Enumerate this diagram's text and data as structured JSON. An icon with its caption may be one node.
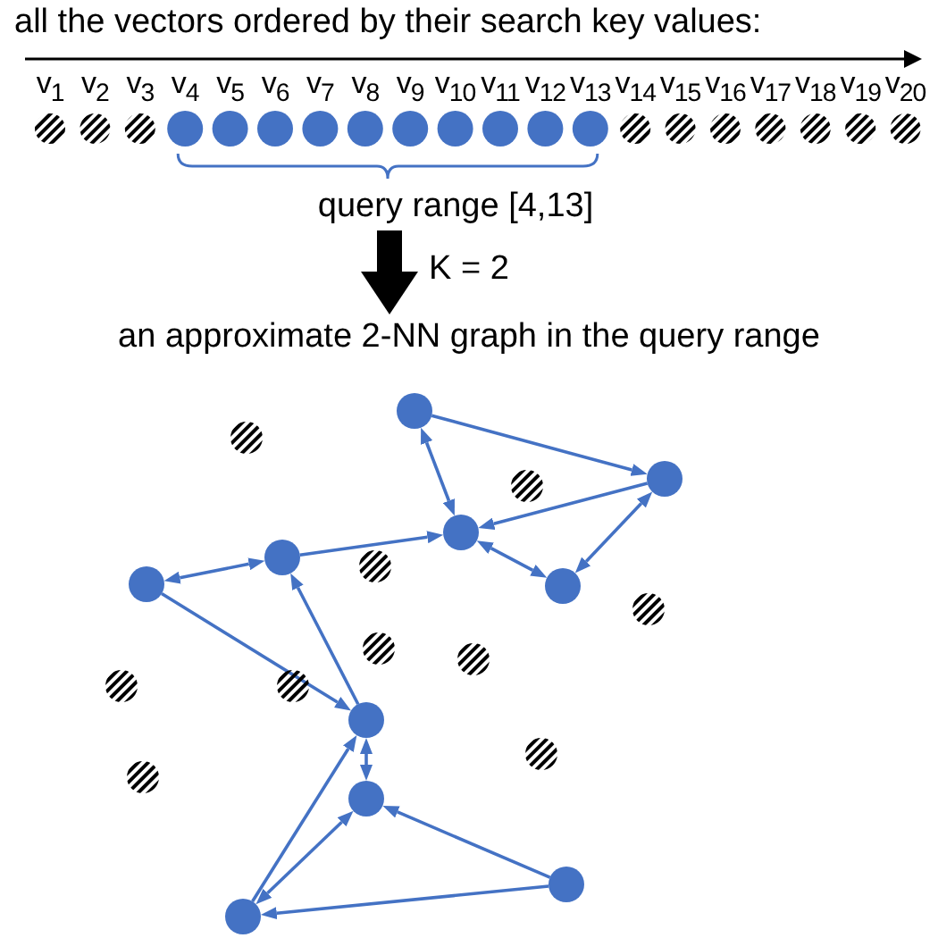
{
  "diagram": {
    "nodes": [
      {
        "text": [
          "query range [4,13]"
        ]
      },
      {
        "text": [
          "an approximate 2-NN graph in the query range"
        ]
      },
      {
        "text": [],
        "shape": "circle"
      },
      {
        "text": [],
        "shape": "circle"
      },
      {
        "text": [],
        "shape": "circle"
      },
      {
        "text": [],
        "shape": "circle"
      },
      {
        "text": [],
        "shape": "circle"
      },
      {
        "text": [],
        "shape": "circle"
      },
      {
        "text": [],
        "shape": "circle"
      },
      {
        "text": [],
        "shape": "circle"
      },
      {
        "text": [],
        "shape": "circle"
      },
      {
        "text": [],
        "shape": "circle"
      },
      {
        "text": [],
        "shape": "circle"
      },
      {
        "text": [],
        "shape": "circle"
      },
      {
        "text": [],
        "shape": "circle"
      },
      {
        "text": [],
        "shape": "circle"
      },
      {
        "text": [],
        "shape": "circle"
      },
      {
        "text": [],
        "shape": "circle"
      },
      {
        "text": [],
        "shape": "circle"
      },
      {
        "text": [],
        "shape": "circle"
      },
      {
        "text": [],
        "shape": "circle"
      },
      {
        "text": [],
        "shape": "circle"
      }
    ],
    "edges": [
      {
        "from": 0,
        "to": 1,
        "arrow": "to",
        "label": "K = 2",
        "style": "thick",
        "color": "#000000"
      },
      {
        "from": 2,
        "to": 3,
        "arrow": "to"
      },
      {
        "from": 2,
        "to": 4,
        "arrow": "both"
      },
      {
        "from": 3,
        "to": 4,
        "arrow": "to"
      },
      {
        "from": 3,
        "to": 5,
        "arrow": "both"
      },
      {
        "from": 4,
        "to": 5,
        "arrow": "both"
      },
      {
        "from": 6,
        "to": 4,
        "arrow": "to"
      },
      {
        "from": 7,
        "to": 6,
        "arrow": "both"
      },
      {
        "from": 7,
        "to": 8,
        "arrow": "to"
      },
      {
        "from": 8,
        "to": 6,
        "arrow": "to"
      },
      {
        "from": 8,
        "to": 9,
        "arrow": "both"
      },
      {
        "from": 10,
        "to": 8,
        "arrow": "to"
      },
      {
        "from": 10,
        "to": 9,
        "arrow": "both"
      },
      {
        "from": 11,
        "to": 9,
        "arrow": "to"
      },
      {
        "from": 11,
        "to": 10,
        "arrow": "to"
      }
    ],
    "labels": [
      "all the vectors ordered by their search key values:",
      "v$_{1}$",
      "v$_{2}$",
      "v$_{3}$",
      "v$_{4}$",
      "v$_{5}$",
      "v$_{6}$",
      "v$_{7}$",
      "v$_{8}$",
      "v$_{9}$",
      "v$_{10}$",
      "v$_{11}$",
      "v$_{12}$",
      "v$_{13}$",
      "v$_{14}$",
      "v$_{15}$",
      "v$_{16}$",
      "v$_{17}$",
      "v$_{18}$",
      "v$_{19}$",
      "v$_{20}$"
    ]
  }
}
